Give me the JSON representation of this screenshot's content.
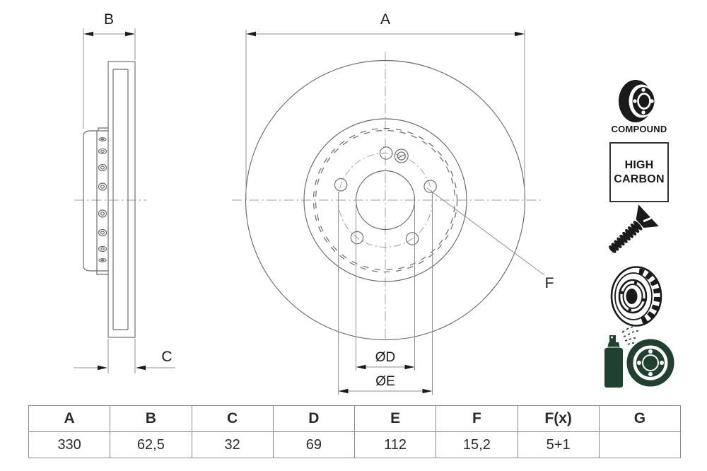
{
  "drawing": {
    "dimension_labels": {
      "A": "A",
      "B": "B",
      "C": "C",
      "D": "ØD",
      "E": "ØE",
      "F": "F"
    }
  },
  "icons": {
    "compound": {
      "label": "COMPOUND"
    },
    "high_carbon": {
      "line1": "HIGH",
      "line2": "CARBON"
    }
  },
  "table": {
    "headers": [
      "A",
      "B",
      "C",
      "D",
      "E",
      "F",
      "F(x)",
      "G"
    ],
    "values": [
      "330",
      "62,5",
      "32",
      "69",
      "112",
      "15,2",
      "5+1",
      ""
    ]
  },
  "colors": {
    "line": "#6a6a6a",
    "dim_line": "#8f8f8f",
    "centerline": "#9f9f9f",
    "ink": "#1a1a1a",
    "spray_green": "#20412f",
    "table_border": "#8a8a8a"
  }
}
